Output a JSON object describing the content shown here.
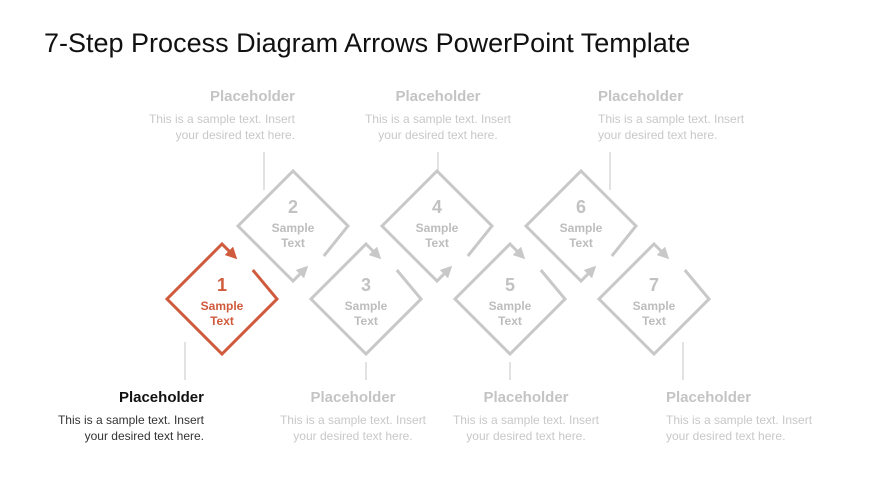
{
  "title": "7-Step Process Diagram Arrows PowerPoint Template",
  "colors": {
    "active": "#d05a3c",
    "inactive": "#c8c8c8",
    "title": "#111111"
  },
  "steps": [
    {
      "number": "1",
      "label_line1": "Sample",
      "label_line2": "Text",
      "active": true
    },
    {
      "number": "2",
      "label_line1": "Sample",
      "label_line2": "Text",
      "active": false
    },
    {
      "number": "3",
      "label_line1": "Sample",
      "label_line2": "Text",
      "active": false
    },
    {
      "number": "4",
      "label_line1": "Sample",
      "label_line2": "Text",
      "active": false
    },
    {
      "number": "5",
      "label_line1": "Sample",
      "label_line2": "Text",
      "active": false
    },
    {
      "number": "6",
      "label_line1": "Sample",
      "label_line2": "Text",
      "active": false
    },
    {
      "number": "7",
      "label_line1": "Sample",
      "label_line2": "Text",
      "active": false
    }
  ],
  "top_placeholders": [
    {
      "heading": "Placeholder",
      "line1": "This is a sample text. Insert",
      "line2": "your desired text here."
    },
    {
      "heading": "Placeholder",
      "line1": "This is a sample text. Insert",
      "line2": "your desired text here."
    },
    {
      "heading": "Placeholder",
      "line1": "This is a sample text. Insert",
      "line2": "your desired text here."
    }
  ],
  "bottom_placeholders": [
    {
      "heading": "Placeholder",
      "line1": "This is a sample text. Insert",
      "line2": "your desired text here."
    },
    {
      "heading": "Placeholder",
      "line1": "This is a sample text. Insert",
      "line2": "your desired text here."
    },
    {
      "heading": "Placeholder",
      "line1": "This is a sample text. Insert",
      "line2": "your desired text here."
    },
    {
      "heading": "Placeholder",
      "line1": "This is a sample text. Insert",
      "line2": "your desired text here."
    }
  ]
}
